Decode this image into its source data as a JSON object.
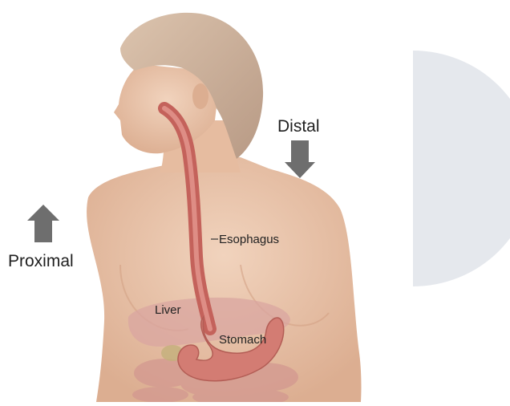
{
  "labels": {
    "distal": "Distal",
    "proximal": "Proximal",
    "esophagus": "Esophagus",
    "liver": "Liver",
    "stomach": "Stomach"
  },
  "colors": {
    "arrow": "#6e6e6e",
    "skin": "#e9c3a8",
    "esophagus": "#cc6f67",
    "stomach": "#d37c73",
    "liver": "#d9a5a0",
    "hair": "#c9ad97",
    "side_shape": "#e5e8ed"
  }
}
